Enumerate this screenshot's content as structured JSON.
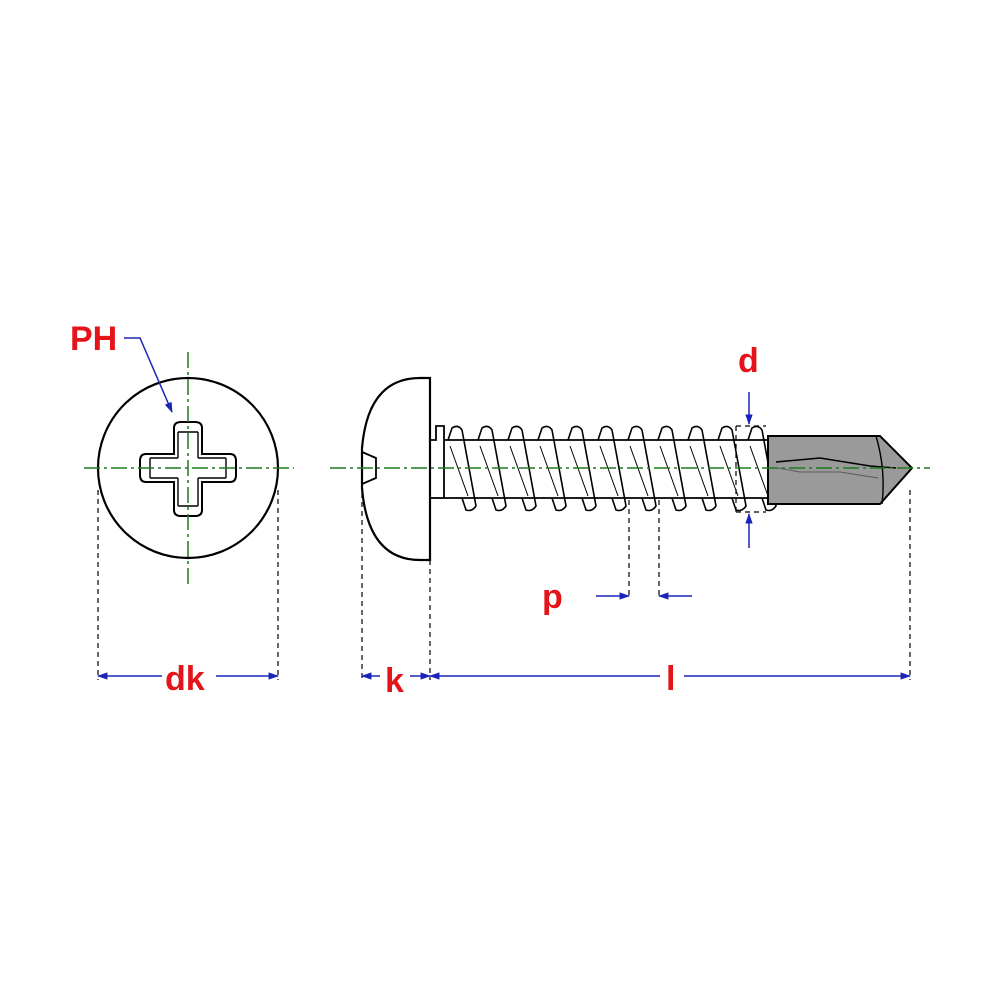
{
  "labels": {
    "ph": "PH",
    "dk": "dk",
    "k": "k",
    "l": "l",
    "p": "p",
    "d": "d"
  },
  "colors": {
    "label": "#e3141a",
    "dimension": "#1a24b8",
    "centerline": "#1e7a1e",
    "outline": "#000000",
    "drill_tip": "#9a9a9a"
  }
}
